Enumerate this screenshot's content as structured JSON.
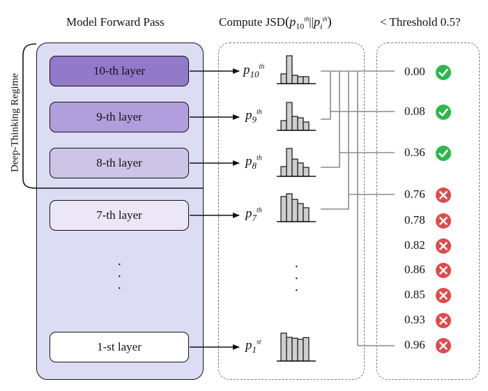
{
  "headings": {
    "forward": "Model Forward Pass",
    "jsd_prefix": "Compute JSD",
    "jsd_math": {
      "p": "p",
      "sub1": "10",
      "sup1": "th",
      "sep": "||",
      "sub2": "i",
      "sup2": "th"
    },
    "threshold": "< Threshold 0.5?"
  },
  "regime_label": "Deep-Thinking Regime",
  "layers": [
    {
      "label": "10-th layer",
      "fill": "#9379c9"
    },
    {
      "label": "9-th layer",
      "fill": "#b09fdc"
    },
    {
      "label": "8-th layer",
      "fill": "#cdc4e8"
    },
    {
      "label": "7-th layer",
      "fill": "#ebe7f6"
    },
    {
      "label": "1-st layer",
      "fill": "#ffffff"
    }
  ],
  "distributions": [
    {
      "p": "p",
      "sub": "10",
      "sup": "th",
      "bars": [
        0.35,
        1.0,
        0.3,
        0.25,
        0.25
      ]
    },
    {
      "p": "p",
      "sub": "9",
      "sup": "th",
      "bars": [
        0.35,
        1.0,
        0.5,
        0.45,
        0.3
      ]
    },
    {
      "p": "p",
      "sub": "8",
      "sup": "th",
      "bars": [
        0.35,
        1.0,
        0.62,
        0.48,
        0.32
      ]
    },
    {
      "p": "p",
      "sub": "7",
      "sup": "th",
      "bars": [
        0.9,
        1.0,
        0.8,
        0.65,
        0.5
      ]
    },
    {
      "p": "p",
      "sub": "1",
      "sup": "st",
      "bars": [
        1.0,
        0.85,
        0.82,
        0.78,
        0.84
      ]
    }
  ],
  "thresholds": [
    {
      "value": "0.00",
      "pass": true
    },
    {
      "value": "0.08",
      "pass": true
    },
    {
      "value": "0.36",
      "pass": true
    },
    {
      "value": "0.76",
      "pass": false
    },
    {
      "value": "0.78",
      "pass": false
    },
    {
      "value": "0.82",
      "pass": false
    },
    {
      "value": "0.86",
      "pass": false
    },
    {
      "value": "0.85",
      "pass": false
    },
    {
      "value": "0.93",
      "pass": false
    },
    {
      "value": "0.96",
      "pass": false
    }
  ],
  "colors": {
    "panel_fill": "#dcdcf5",
    "pass": "#2db84a",
    "fail": "#e04a4a",
    "bar_fill": "#cfcfcf"
  },
  "icons": {
    "pass": "check-icon",
    "fail": "cross-icon"
  }
}
